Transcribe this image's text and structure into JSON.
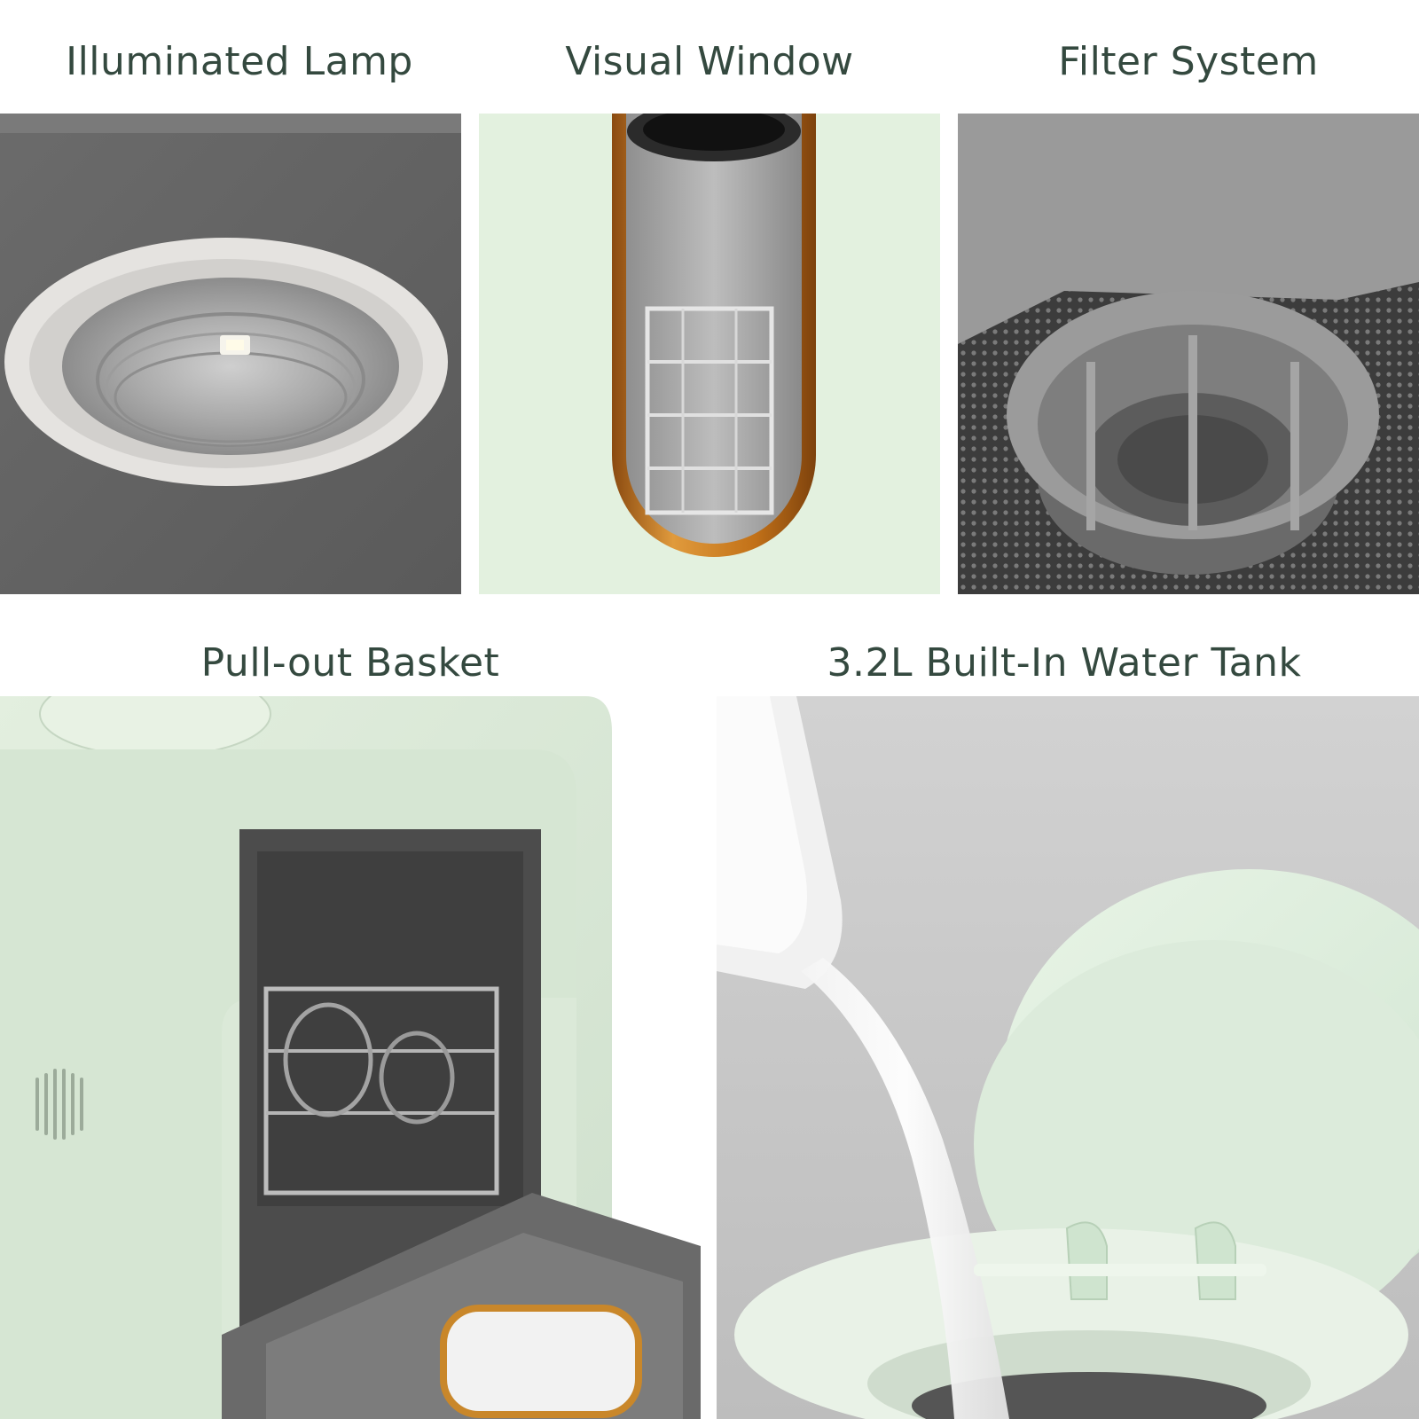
{
  "features": [
    {
      "title": "Illuminated Lamp"
    },
    {
      "title": "Visual Window"
    },
    {
      "title": "Filter System"
    },
    {
      "title": "Pull-out Basket"
    },
    {
      "title": "3.2L Built-In Water Tank"
    }
  ],
  "colors": {
    "title_text": "#34493f",
    "appliance_green": "#dcebdc",
    "interior_gray": "#5f5f5f",
    "window_gold": "#c97a1f"
  }
}
